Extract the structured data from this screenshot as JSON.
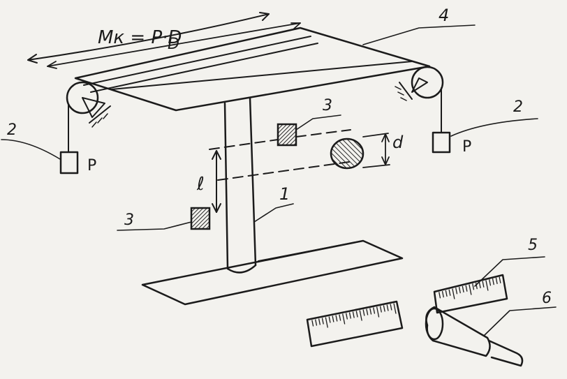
{
  "formula": "Mк = P·D",
  "labels": {
    "D": "D",
    "d": "d",
    "l": "ℓ",
    "weight_left": "P",
    "weight_right": "P",
    "n1": "1",
    "n2_left": "2",
    "n2_right": "2",
    "n3_top": "3",
    "n3_bottom": "3",
    "n4": "4",
    "n5": "5",
    "n6": "6"
  },
  "colors": {
    "ink": "#1b1b1b",
    "paper": "#f3f2ee",
    "hatch": "#2a2a2a"
  }
}
